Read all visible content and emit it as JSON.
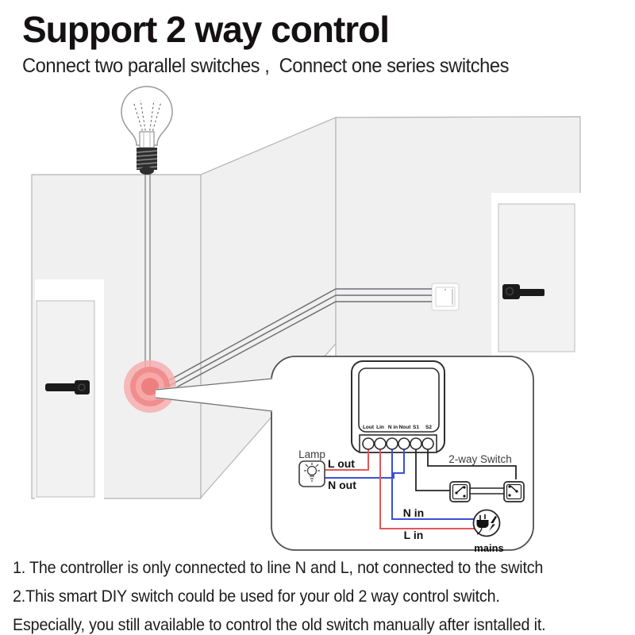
{
  "header": {
    "title": "Support 2 way control",
    "subtitle": "Connect two parallel switches ,  Connect one series switches"
  },
  "notes": {
    "line1": "1. The controller is only connected to line N and L, not connected to the switch",
    "line2": "2.This smart DIY switch could be used for your old 2 way control switch.",
    "line3": "Especially, you still available to control the old switch manually after isntalled it."
  },
  "diagram": {
    "terminals": [
      "Lout",
      "Lin",
      "N in",
      "Nout",
      "S1",
      "S2"
    ],
    "lamp_label": "Lamp",
    "l_out_label": "L out",
    "n_out_label": "N out",
    "n_in_label": "N in",
    "l_in_label": "L in",
    "two_way_switch_label": "2-way Switch",
    "mains_label": "mains",
    "colors": {
      "live_wire": "#e25757",
      "neutral_wire": "#3c4fd8",
      "switch_wire": "#262626",
      "highlight_red": "#ee7f7f",
      "wall_fill": "#f0f0f1"
    }
  },
  "icons": {
    "light_bulb": "incandescent bulb with dashed filament rays",
    "lamp": "bulb glyph in rounded square",
    "two_way_switch": "toggle lever with contact dots in double square",
    "mains": "plug with lightning bolt in circle",
    "door_handle": "black lever handle",
    "highlight": "red concentric rings"
  }
}
